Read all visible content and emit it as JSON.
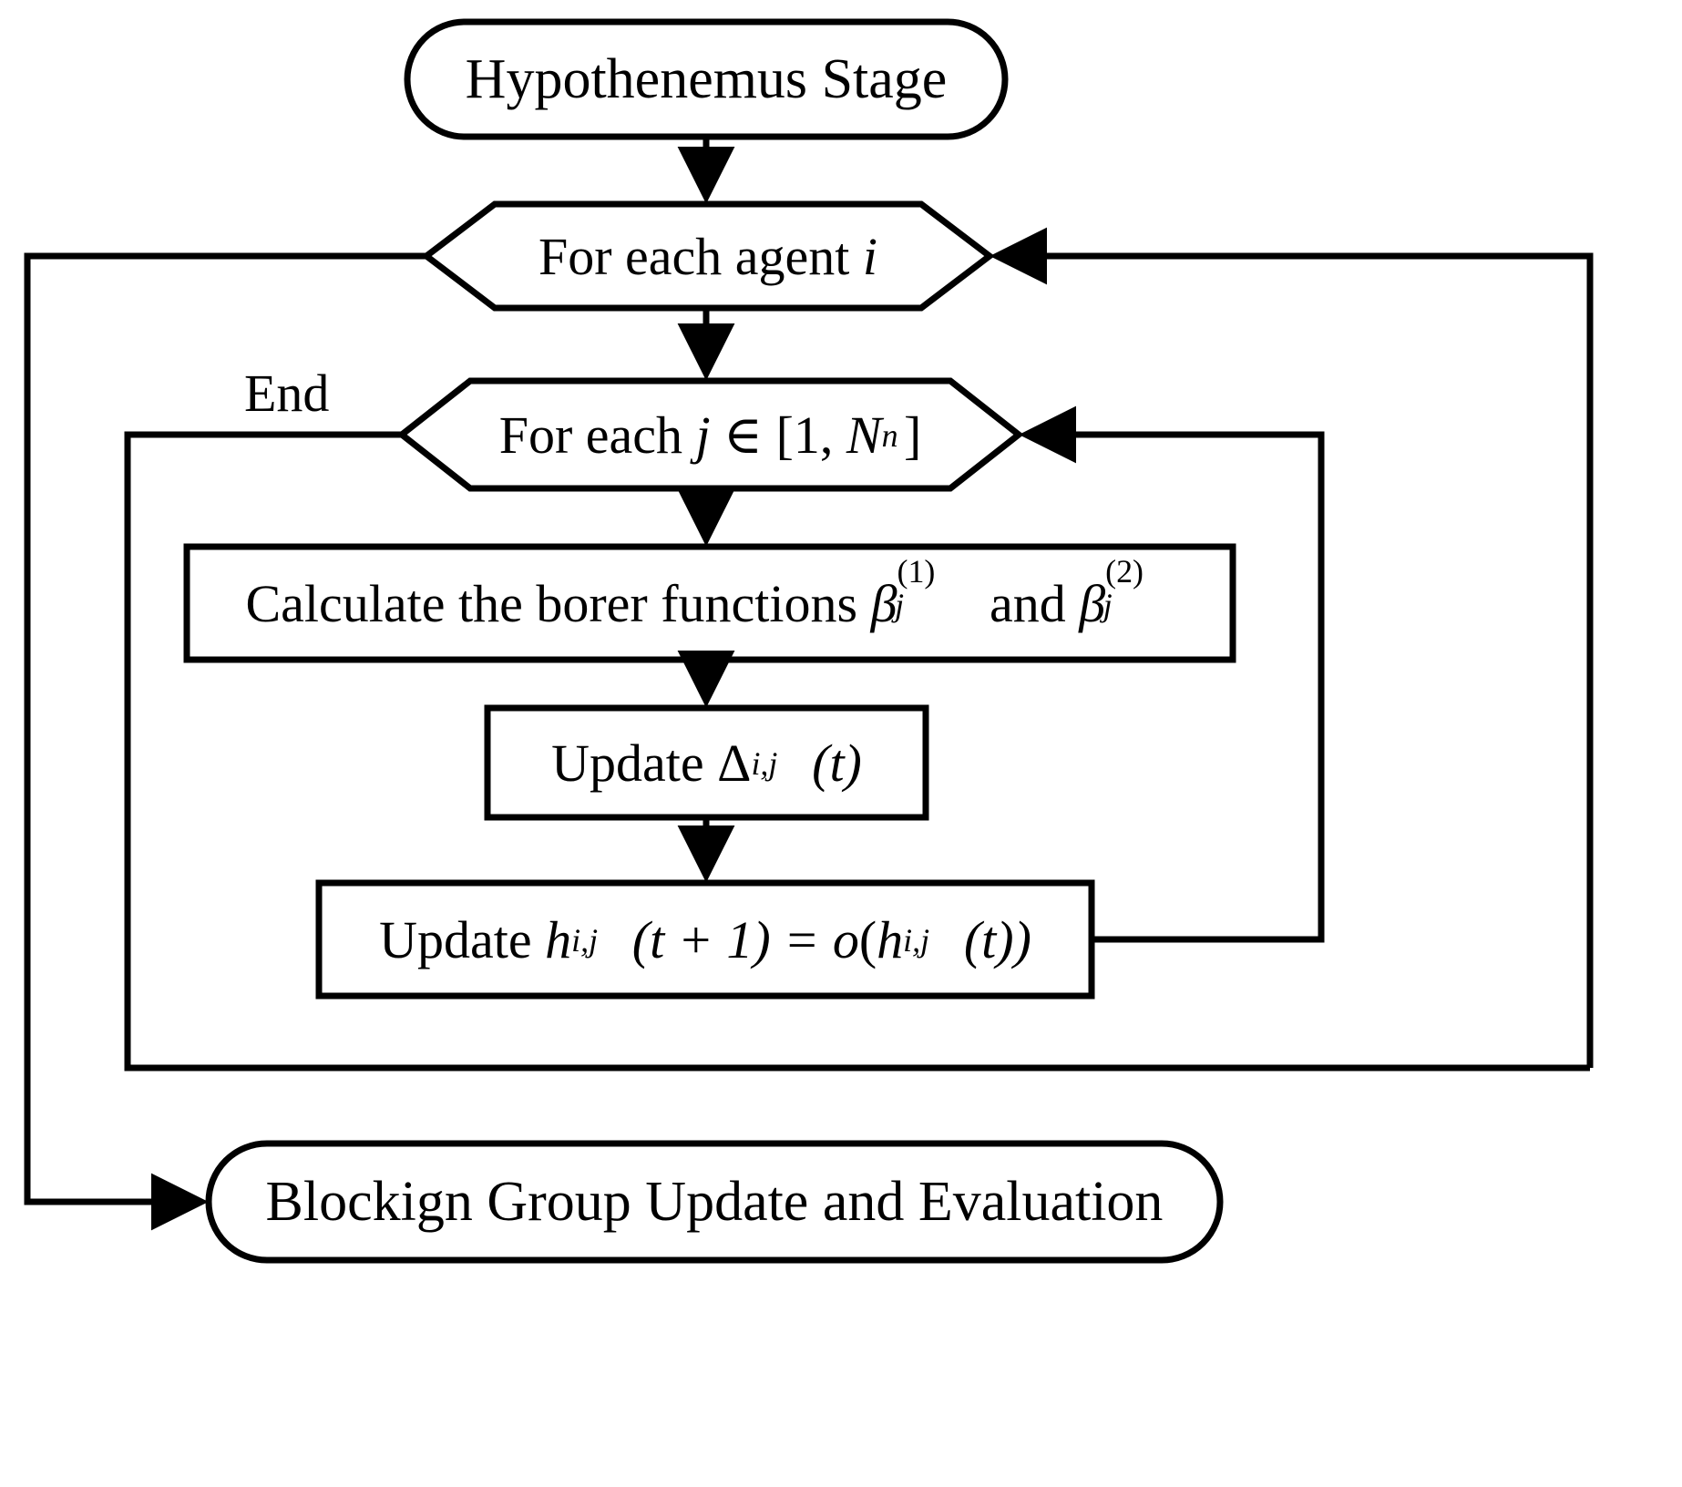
{
  "diagram": {
    "title": "Hypothenemus Stage flowchart",
    "stroke_color": "#000000",
    "background_color": "#ffffff",
    "nodes": {
      "start": {
        "label": "Hypothenemus Stage",
        "shape": "rounded-rectangle"
      },
      "loop_agent": {
        "label_prefix": "For each agent ",
        "label_var": "i",
        "shape": "hexagon"
      },
      "loop_j": {
        "label_prefix": "For each ",
        "label_var": "j",
        "label_set": " ∈ [1, ",
        "label_n": "N",
        "label_n_sub": "n",
        "label_close": "]",
        "shape": "hexagon"
      },
      "calc_borer": {
        "label_prefix": "Calculate the borer functions ",
        "beta1": "β",
        "beta1_sup": "(1)",
        "beta1_sub": "j",
        "label_and": " and ",
        "beta2": "β",
        "beta2_sup": "(2)",
        "beta2_sub": "j",
        "shape": "rectangle"
      },
      "update_delta": {
        "label_prefix": "Update ",
        "delta": "Δ",
        "delta_sub": "i,j",
        "delta_arg": "(t)",
        "shape": "rectangle"
      },
      "update_h": {
        "label_prefix": "Update ",
        "h1": "h",
        "h1_sub": "i,j",
        "h1_arg": "(t + 1) = ",
        "o": "o",
        "open": "(",
        "h2": "h",
        "h2_sub": "i,j",
        "h2_arg": "(t))",
        "shape": "rectangle"
      },
      "end_node": {
        "label": "Blockign Group Update and Evaluation",
        "shape": "rounded-rectangle"
      }
    },
    "labels": {
      "end_loop": "End"
    },
    "edges": [
      {
        "from": "start",
        "to": "loop_agent",
        "style": "arrow-down"
      },
      {
        "from": "loop_agent",
        "to": "loop_j",
        "style": "arrow-down"
      },
      {
        "from": "loop_j",
        "to": "calc_borer",
        "style": "arrow-down"
      },
      {
        "from": "calc_borer",
        "to": "update_delta",
        "style": "arrow-down"
      },
      {
        "from": "update_delta",
        "to": "update_h",
        "style": "arrow-down"
      },
      {
        "from": "update_h",
        "to": "loop_j",
        "style": "loop-back-right"
      },
      {
        "from": "loop_j",
        "to": "loop_agent",
        "style": "loop-back-inner"
      },
      {
        "from": "loop_agent",
        "to": "end_node",
        "style": "loop-back-left"
      }
    ]
  }
}
